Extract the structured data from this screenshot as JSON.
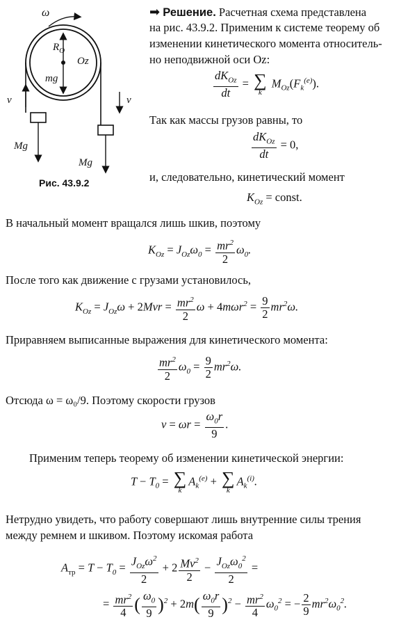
{
  "figure": {
    "caption": "Рис. 43.9.2",
    "labels": {
      "omega": "ω",
      "reaction": "R",
      "reaction_sub": "O",
      "axis": "Oz",
      "pulley_weight": "mg",
      "v_left": "v",
      "v_right": "v",
      "weight_left": "Mg",
      "weight_right": "Mg"
    }
  },
  "solution": {
    "heading": "Решение.",
    "intro_lines": [
      "Расчетная схема представлена",
      "на рис. 43.9.2. Применим к системе теорему об",
      "изменении кинетического момента относитель-",
      "но неподвижной оси Oz:"
    ],
    "equal_masses": "Так как массы грузов равны, то",
    "consequently": "и, следовательно, кинетический момент",
    "initial_moment": "В начальный момент вращался лишь шкив, поэтому",
    "after_motion": "После того как движение с грузами установилось,",
    "equate": "Приравняем выписанные выражения для кинетического момента:",
    "hence": "Отсюда ω = ω₀/9. Поэтому скорости грузов",
    "energy_theorem": "Применим теперь теорему об изменении кинетической энергии:",
    "conclusion_lines": [
      "Нетрудно увидеть, что работу совершают лишь внутренние силы трения",
      "между ремнем и шкивом. Поэтому искомая работа"
    ]
  }
}
